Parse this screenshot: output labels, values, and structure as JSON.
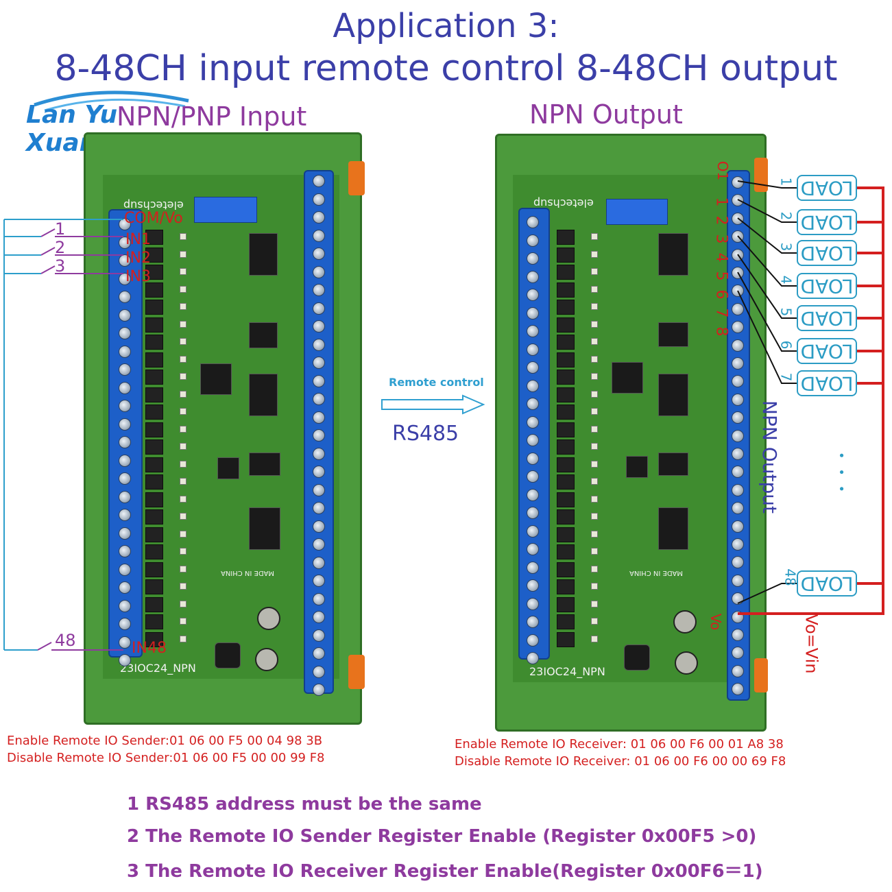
{
  "titles": {
    "line1": "Application 3:",
    "line2": "8-48CH input remote control 8-48CH output"
  },
  "watermark": "Lan Yu Xuan",
  "left_section_label": "NPN/PNP Input",
  "right_section_label": "NPN Output",
  "left_board": {
    "brand": "eletechsup",
    "model": "23IOC24_NPN",
    "made_in": "MADE IN CHINA",
    "terminals": {
      "com": "COM/Vo",
      "in1": "IN1",
      "in2": "IN2",
      "in3": "IN3",
      "in48": "IN48"
    },
    "switches": {
      "s1": "1",
      "s2": "2",
      "s3": "3",
      "s48": "48"
    }
  },
  "right_board": {
    "brand": "eletechsup",
    "model": "23IOC24_NPN",
    "made_in": "MADE IN CHINA",
    "output_numbers": [
      "1",
      "2",
      "3",
      "4",
      "5",
      "6",
      "7",
      "8"
    ],
    "output_o1": "O1",
    "vo_label": "Vo"
  },
  "remote": {
    "label": "Remote control",
    "protocol": "RS485"
  },
  "loads": {
    "label": "LOAD",
    "numbers": [
      "1",
      "2",
      "3",
      "4",
      "5",
      "6",
      "7",
      "48"
    ],
    "ellipsis": "• • •",
    "side_label": "NPN Output",
    "vo_vin": "Vo=Vin"
  },
  "registers": {
    "sender_enable": "Enable  Remote IO Sender:01 06 00 F5 00 04 98 3B",
    "sender_disable": "Disable Remote IO Sender:01 06 00 F5 00 00 99 F8",
    "receiver_enable": "Enable Remote IO Receiver: 01 06 00 F6 00 01 A8 38",
    "receiver_disable": "Disable Remote IO Receiver: 01 06 00 F6 00 00 69 F8"
  },
  "notes": [
    "1 RS485 address must be the same",
    "2 The Remote IO Sender Register Enable  (Register 0x00F5 >0)",
    "3 The Remote IO Receiver Register Enable(Register 0x00F6＝1)"
  ],
  "colors": {
    "title": "#3b3fa8",
    "section": "#8e3a9e",
    "pcb_green": "#3f8c2f",
    "terminal_blue": "#1d5fc8",
    "load_wire_red": "#d41f1f",
    "load_box": "#2b9cc4"
  }
}
